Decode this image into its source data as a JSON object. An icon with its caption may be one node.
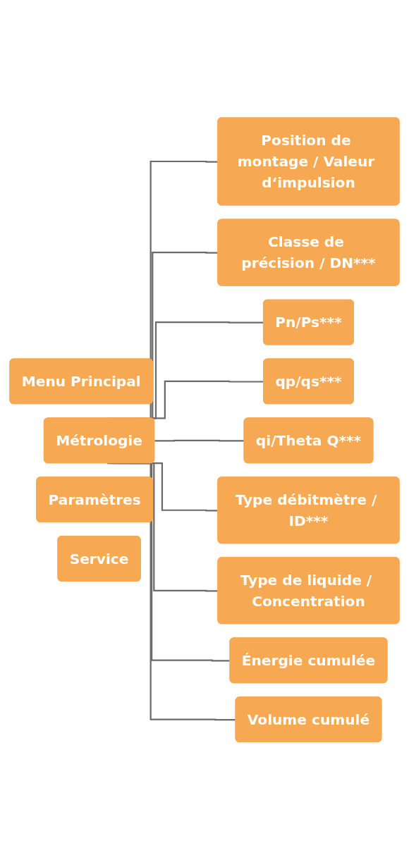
{
  "diagram": {
    "nodes": [
      {
        "text": [
          "Menu Principal"
        ]
      },
      {
        "text": [
          "Métrologie"
        ]
      },
      {
        "text": [
          "Paramètres"
        ]
      },
      {
        "text": [
          "Service"
        ]
      },
      {
        "text": [
          "Position de montage / Valeur d‘impulsion"
        ]
      },
      {
        "text": [
          "Classe de précision / DN***"
        ]
      },
      {
        "text": [
          "Pn/Ps***"
        ]
      },
      {
        "text": [
          "qp/qs***"
        ]
      },
      {
        "text": [
          "qi/Theta Q***"
        ]
      },
      {
        "text": [
          "Type débitmètre / ID***"
        ]
      },
      {
        "text": [
          "Type de liquide / Concentration"
        ]
      },
      {
        "text": [
          "Énergie cumulée"
        ]
      },
      {
        "text": [
          "Volume cumulé"
        ]
      }
    ],
    "edges": [
      {
        "from": 1,
        "to": 4,
        "arrow": "none"
      },
      {
        "from": 1,
        "to": 5,
        "arrow": "none"
      },
      {
        "from": 1,
        "to": 6,
        "arrow": "none"
      },
      {
        "from": 1,
        "to": 7,
        "arrow": "none"
      },
      {
        "from": 1,
        "to": 8,
        "arrow": "none"
      },
      {
        "from": 1,
        "to": 9,
        "arrow": "none"
      },
      {
        "from": 1,
        "to": 10,
        "arrow": "none"
      },
      {
        "from": 1,
        "to": 11,
        "arrow": "none"
      },
      {
        "from": 1,
        "to": 12,
        "arrow": "none"
      }
    ]
  }
}
